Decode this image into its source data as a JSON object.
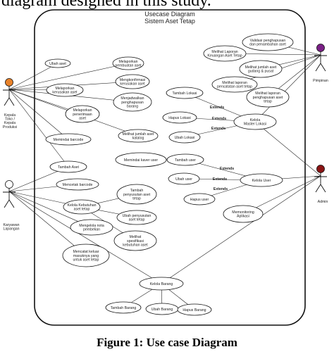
{
  "top_caption": "diagram designed in this study.",
  "figure_caption": "Figure 1: Use case Diagram",
  "diagram": {
    "title": "Usecase Diagram",
    "subtitle": "Sistem Aset Tetap"
  },
  "actors": {
    "kepala_toko": [
      "Kepala",
      "Toko /",
      "Kepala",
      "Produksi"
    ],
    "karyawan": [
      "Karyawan",
      "Lapangan"
    ],
    "pimpinan": [
      "Pimpinan"
    ],
    "admin": [
      "Admin"
    ]
  },
  "actor_colors": {
    "kepala_toko": "#e8822a",
    "karyawan": "#ffffff",
    "pimpinan": "#7a1f86",
    "admin": "#8a1414"
  },
  "usecases": {
    "ubah_aset": [
      "Ubah aset"
    ],
    "melaporkan_kerusakan": [
      "Melaporkan",
      "kerusakan aset"
    ],
    "melaporkan_pembuatan": [
      "Melaporkan",
      "pembuatan aset"
    ],
    "mengkonfirmasi": [
      "Mengkonfirmasi",
      "kerusakan aset"
    ],
    "menjadwalkan": [
      "Menjadwalkan",
      "penghapusan",
      "barang"
    ],
    "melaporkan_penerimaan": [
      "Melaporkan",
      "penerimaan",
      "aset"
    ],
    "memindai_barcode_a": [
      "Memindai barcode"
    ],
    "melihat_jumlah_katalog": [
      "Melihat jumlah aset",
      "katalog"
    ],
    "tambah_aset": [
      "Tambah Aset"
    ],
    "mencetak_barcode": [
      "Mencetak barcode"
    ],
    "kelola_kebutuhan": [
      "Kelola Kebutuhan",
      "aset tetap"
    ],
    "tambah_penyusutan": [
      "Tambah",
      "penyusutan aset",
      "tetap"
    ],
    "ubah_penyusutan": [
      "Ubah penyusutan",
      "aset tetap"
    ],
    "mengelola_pembelian": [
      "Mengelola nota",
      "pembelian"
    ],
    "melihat_spesifikasi": [
      "Melihat",
      "spesifikasi",
      "kebutuhan aset"
    ],
    "mencatat_keluar_masuk": [
      "Mencatat keluar",
      "masuknya yang",
      "untuk aset tetap"
    ],
    "validasi": [
      "Validasi penghapusan",
      "dan penambahan aset"
    ],
    "melihat_laporan_keuangan": [
      "Melihat Laporan",
      "Keuangan Aset Tetap"
    ],
    "melihat_jumlah_gudang": [
      "Melihat jumlah aset",
      "gudang & pusat"
    ],
    "melihat_laporan_pencatatan": [
      "Melihat laporan",
      "pencatatan aset tetap"
    ],
    "melihat_laporan_penghapusan": [
      "Melihat laporan",
      "penghapusan aset",
      "tetap"
    ],
    "tambah_lokasi": [
      "Tambah Lokasi"
    ],
    "hapus_lokasi": [
      "Hapus Lokasi"
    ],
    "ubah_lokasi": [
      "Ubah Lokasi"
    ],
    "kelola_master_lokasi": [
      "Kelola",
      "Master Lokasi"
    ],
    "memindai_barcode_b": [
      "Memindai kaver user"
    ],
    "tambah_user": [
      "Tambah user"
    ],
    "ubah_user": [
      "Ubah user"
    ],
    "hapus_user": [
      "Hapus user"
    ],
    "kelola_user": [
      "Kelola User"
    ],
    "memonitoring": [
      "Memonitoring",
      "Aplikasi"
    ],
    "kelola_barang": [
      "Kelola Barang"
    ],
    "tambah_barang": [
      "Tambah Barang"
    ],
    "ubah_barang": [
      "Ubah Barang"
    ],
    "hapus_barang": [
      "Hapus Barang"
    ]
  },
  "relation_labels": {
    "extends_1": "Extends",
    "extends_2": "Extends",
    "extends_3": "Extends",
    "extends_4": "Extends",
    "extends_5": "Extends",
    "extends_6": "Extends"
  }
}
